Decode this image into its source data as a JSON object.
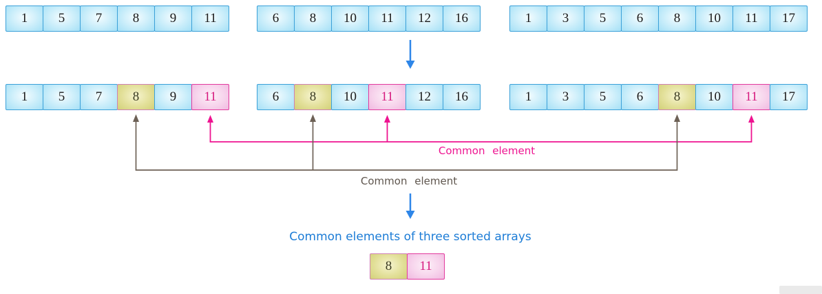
{
  "arrays": {
    "top": [
      {
        "cells": [
          {
            "v": "1"
          },
          {
            "v": "5"
          },
          {
            "v": "7"
          },
          {
            "v": "8"
          },
          {
            "v": "9"
          },
          {
            "v": "11"
          }
        ]
      },
      {
        "cells": [
          {
            "v": "6"
          },
          {
            "v": "8"
          },
          {
            "v": "10"
          },
          {
            "v": "11"
          },
          {
            "v": "12"
          },
          {
            "v": "16"
          }
        ]
      },
      {
        "cells": [
          {
            "v": "1"
          },
          {
            "v": "3"
          },
          {
            "v": "5"
          },
          {
            "v": "6"
          },
          {
            "v": "8"
          },
          {
            "v": "10"
          },
          {
            "v": "11"
          },
          {
            "v": "17"
          }
        ]
      }
    ],
    "middle": [
      {
        "cells": [
          {
            "v": "1"
          },
          {
            "v": "5"
          },
          {
            "v": "7"
          },
          {
            "v": "8",
            "hl": "olive"
          },
          {
            "v": "9"
          },
          {
            "v": "11",
            "hl": "pink"
          }
        ]
      },
      {
        "cells": [
          {
            "v": "6"
          },
          {
            "v": "8",
            "hl": "olive"
          },
          {
            "v": "10"
          },
          {
            "v": "11",
            "hl": "pink"
          },
          {
            "v": "12"
          },
          {
            "v": "16"
          }
        ]
      },
      {
        "cells": [
          {
            "v": "1"
          },
          {
            "v": "3"
          },
          {
            "v": "5"
          },
          {
            "v": "6"
          },
          {
            "v": "8",
            "hl": "olive"
          },
          {
            "v": "10"
          },
          {
            "v": "11",
            "hl": "pink"
          },
          {
            "v": "17"
          }
        ]
      }
    ],
    "result": {
      "cells": [
        {
          "v": "8",
          "hl": "olive"
        },
        {
          "v": "11",
          "hl": "pink"
        }
      ]
    }
  },
  "labels": {
    "common_element_pink": "Common element",
    "common_element_gray": "Common element",
    "title": "Common elements of three sorted arrays"
  },
  "colors": {
    "cell_border_blue": "#3ba0d8",
    "pink_accent": "#ee1390",
    "gray_accent": "#6d6156",
    "blue_accent": "#2e86e8",
    "title_blue": "#1c7cd6",
    "pink_text": "#d6187e"
  }
}
